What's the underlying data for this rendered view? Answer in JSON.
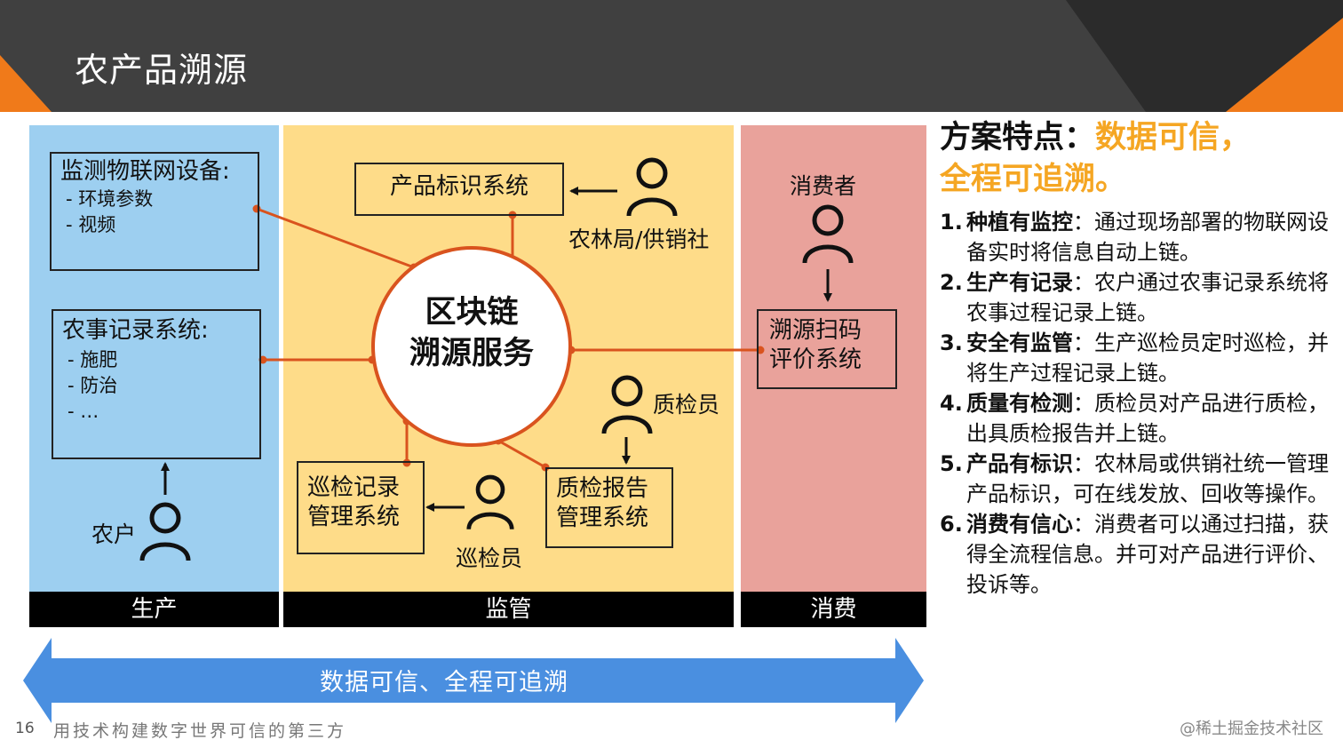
{
  "header": {
    "title": "农产品溯源"
  },
  "panels": {
    "production": "生产",
    "supervision": "监管",
    "consumption": "消费"
  },
  "center": {
    "line1": "区块链",
    "line2": "溯源服务"
  },
  "boxes": {
    "iot": {
      "title": "监测物联网设备:",
      "items": [
        "- 环境参数",
        "- 视频"
      ]
    },
    "farming": {
      "title": "农事记录系统:",
      "items": [
        "- 施肥",
        "- 防治",
        "- …"
      ]
    },
    "product_id": {
      "title": "产品标识系统"
    },
    "inspection_record": {
      "line1": "巡检记录",
      "line2": "管理系统"
    },
    "quality_report": {
      "line1": "质检报告",
      "line2": "管理系统"
    },
    "trace_scan": {
      "line1": "溯源扫码",
      "line2": "评价系统"
    }
  },
  "actors": {
    "farmer": "农户",
    "forestry": "农林局/供销社",
    "inspector": "巡检员",
    "quality_inspector": "质检员",
    "consumer": "消费者"
  },
  "features": {
    "heading_prefix": "方案特点：",
    "heading_highlight1": "数据可信，",
    "heading_highlight2": "全程可追溯。",
    "items": [
      {
        "num": "1.",
        "label": "种植有监控",
        "text": "：通过现场部署的物联网设备实时将信息自动上链。"
      },
      {
        "num": "2.",
        "label": "生产有记录",
        "text": "：农户通过农事记录系统将农事过程记录上链。"
      },
      {
        "num": "3.",
        "label": "安全有监管",
        "text": "：生产巡检员定时巡检，并将生产过程记录上链。"
      },
      {
        "num": "4.",
        "label": "质量有检测",
        "text": "：质检员对产品进行质检，出具质检报告并上链。"
      },
      {
        "num": "5.",
        "label": "产品有标识",
        "text": "：农林局或供销社统一管理产品标识，可在线发放、回收等操作。"
      },
      {
        "num": "6.",
        "label": "消费有信心",
        "text": "：消费者可以通过扫描，获得全流程信息。并可对产品进行评价、投诉等。"
      }
    ]
  },
  "bottom_arrow": {
    "text": "数据可信、全程可追溯"
  },
  "footer": {
    "page_number": "16",
    "tagline": "用技术构建数字世界可信的第三方",
    "watermark": "@稀土掘金技术社区"
  },
  "colors": {
    "header": "#404040",
    "accent_orange": "#f07a1a",
    "production_panel": "#9dcff0",
    "supervision_panel": "#fedc89",
    "consumption_panel": "#e9a29b",
    "connector": "#d9531e",
    "arrow": "#4a8fe0",
    "highlight": "#f5a623"
  }
}
